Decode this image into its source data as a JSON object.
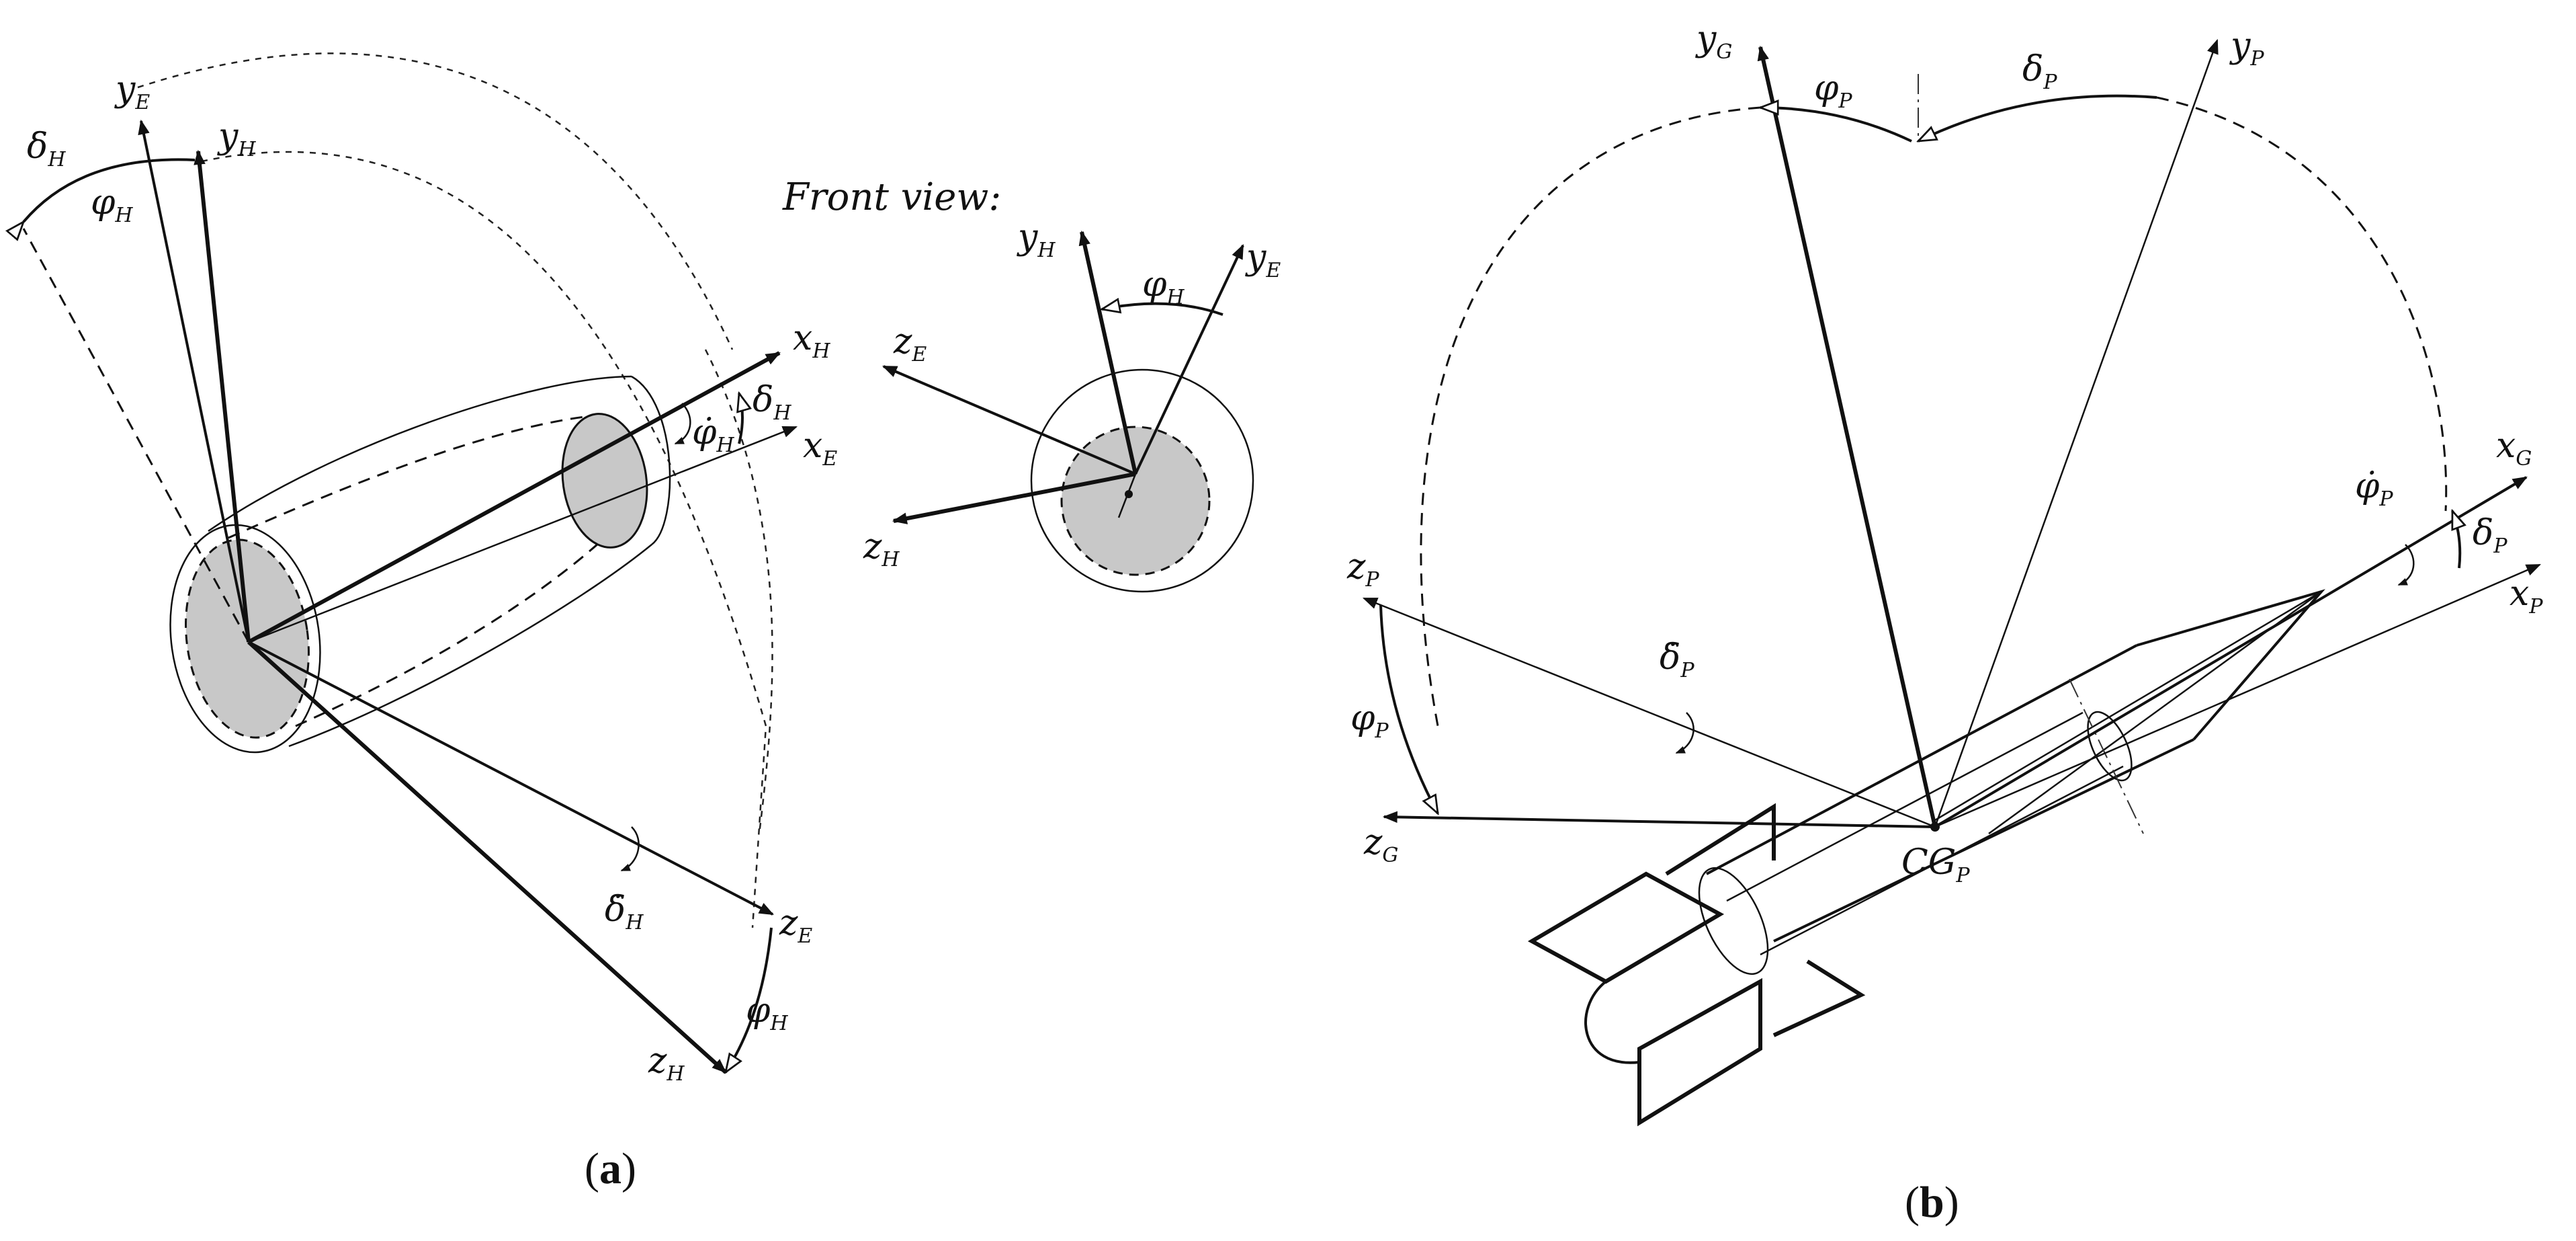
{
  "panel_a": {
    "caption_open": "(",
    "caption_letter": "a",
    "caption_close": ")",
    "axes": {
      "y_E": {
        "base": "y",
        "sub": "E"
      },
      "y_H": {
        "base": "y",
        "sub": "H"
      },
      "x_H": {
        "base": "x",
        "sub": "H"
      },
      "x_E": {
        "base": "x",
        "sub": "E"
      },
      "z_E": {
        "base": "z",
        "sub": "E"
      },
      "z_H": {
        "base": "z",
        "sub": "H"
      }
    },
    "angles": {
      "delta_H_top": {
        "base": "δ",
        "sub": "H"
      },
      "phi_H_top": {
        "base": "φ",
        "sub": "H"
      },
      "delta_H_right": {
        "base": "δ",
        "sub": "H"
      },
      "phi_H_dot": {
        "base": "φ̇",
        "sub": "H"
      },
      "delta_H_dot": {
        "base": "δ̇",
        "sub": "H"
      },
      "phi_H_bottom": {
        "base": "φ",
        "sub": "H"
      }
    }
  },
  "front_view": {
    "title": "Front view:",
    "axes": {
      "y_H": {
        "base": "y",
        "sub": "H"
      },
      "y_E": {
        "base": "y",
        "sub": "E"
      },
      "z_E": {
        "base": "z",
        "sub": "E"
      },
      "z_H": {
        "base": "z",
        "sub": "H"
      }
    },
    "angles": {
      "phi_H": {
        "base": "φ",
        "sub": "H"
      }
    }
  },
  "panel_b": {
    "caption_open": "(",
    "caption_letter": "b",
    "caption_close": ")",
    "axes": {
      "y_G": {
        "base": "y",
        "sub": "G"
      },
      "y_P": {
        "base": "y",
        "sub": "P"
      },
      "x_G": {
        "base": "x",
        "sub": "G"
      },
      "x_P": {
        "base": "x",
        "sub": "P"
      },
      "z_P": {
        "base": "z",
        "sub": "P"
      },
      "z_G": {
        "base": "z",
        "sub": "G"
      }
    },
    "angles": {
      "phi_P_top": {
        "base": "φ",
        "sub": "P"
      },
      "delta_P_top": {
        "base": "δ",
        "sub": "P"
      },
      "phi_P_dot": {
        "base": "φ̇",
        "sub": "P"
      },
      "delta_P_right": {
        "base": "δ",
        "sub": "P"
      },
      "delta_P_dot": {
        "base": "δ̇",
        "sub": "P"
      },
      "phi_P_left": {
        "base": "φ",
        "sub": "P"
      }
    },
    "center": {
      "base": "CG",
      "sub": "P"
    }
  }
}
